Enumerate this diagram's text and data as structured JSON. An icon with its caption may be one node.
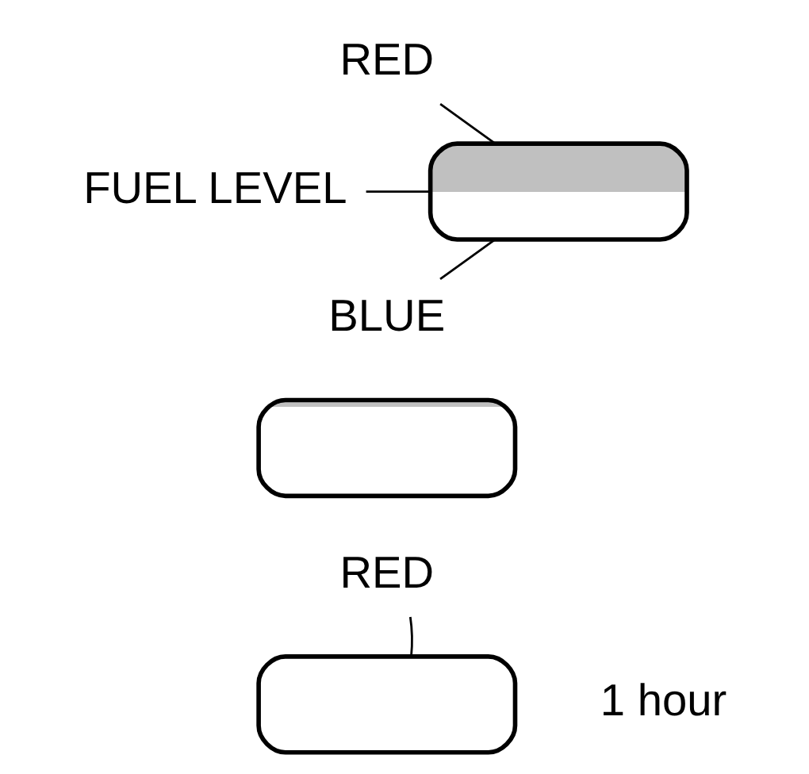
{
  "diagram": {
    "nodes": [
      {
        "text": [
          "RED"
        ]
      },
      {
        "text": [
          "FUEL LEVEL"
        ]
      },
      {
        "text": [],
        "shape": "box"
      },
      {
        "text": [
          "BLUE"
        ]
      },
      {
        "text": [],
        "shape": "box"
      },
      {
        "text": [
          "RED"
        ]
      },
      {
        "text": [],
        "shape": "box"
      }
    ],
    "edges": [
      {
        "from": 0,
        "to": 2,
        "arrow": "none"
      },
      {
        "from": 1,
        "to": 2,
        "arrow": "none"
      },
      {
        "from": 3,
        "to": 2,
        "arrow": "none"
      },
      {
        "from": 5,
        "to": 6,
        "arrow": "none"
      }
    ],
    "labels": [
      "1 hour"
    ]
  }
}
